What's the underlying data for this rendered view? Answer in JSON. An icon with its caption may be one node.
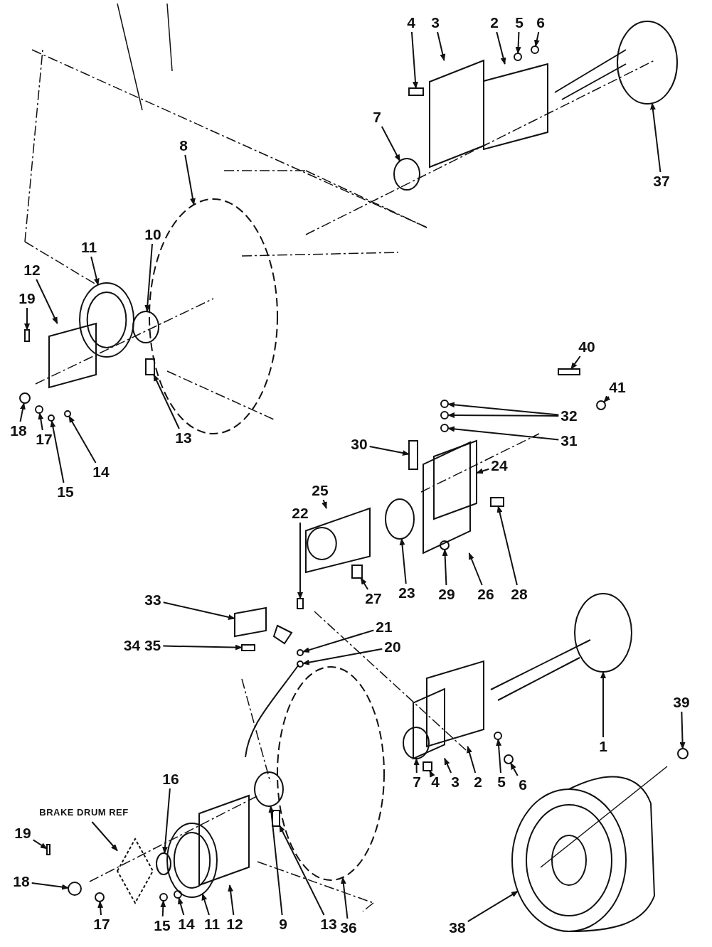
{
  "diagram": {
    "nodes": [
      {
        "text": [
          "4"
        ]
      },
      {
        "text": [
          "3"
        ]
      },
      {
        "text": [
          "2"
        ]
      },
      {
        "text": [
          "5"
        ]
      },
      {
        "text": [
          "6"
        ]
      },
      {
        "text": [
          "37"
        ]
      },
      {
        "text": [
          "7"
        ]
      },
      {
        "text": [
          "8"
        ]
      },
      {
        "text": [
          "10"
        ]
      },
      {
        "text": [
          "11"
        ]
      },
      {
        "text": [
          "12"
        ]
      },
      {
        "text": [
          "19"
        ]
      },
      {
        "text": [
          "13"
        ]
      },
      {
        "text": [
          "18"
        ]
      },
      {
        "text": [
          "17"
        ]
      },
      {
        "text": [
          "14"
        ]
      },
      {
        "text": [
          "15"
        ]
      },
      {
        "text": [
          "40"
        ]
      },
      {
        "text": [
          "41"
        ]
      },
      {
        "text": [
          "32"
        ]
      },
      {
        "text": [
          "31"
        ]
      },
      {
        "text": [
          "30"
        ]
      },
      {
        "text": [
          "24"
        ]
      },
      {
        "text": [
          "25"
        ]
      },
      {
        "text": [
          "27"
        ]
      },
      {
        "text": [
          "23"
        ]
      },
      {
        "text": [
          "29"
        ]
      },
      {
        "text": [
          "26"
        ]
      },
      {
        "text": [
          "28"
        ]
      },
      {
        "text": [
          "22"
        ]
      },
      {
        "text": [
          "33"
        ]
      },
      {
        "text": [
          "21"
        ]
      },
      {
        "text": [
          "34 35"
        ]
      },
      {
        "text": [
          "20"
        ]
      },
      {
        "text": [
          "1"
        ]
      },
      {
        "text": [
          "39"
        ]
      },
      {
        "text": [
          "BRAKE DRUM REF"
        ]
      },
      {
        "text": [
          "16"
        ]
      },
      {
        "text": [
          "7"
        ]
      },
      {
        "text": [
          "4"
        ]
      },
      {
        "text": [
          "3"
        ]
      },
      {
        "text": [
          "2"
        ]
      },
      {
        "text": [
          "5"
        ]
      },
      {
        "text": [
          "6"
        ]
      },
      {
        "text": [
          "19"
        ]
      },
      {
        "text": [
          "18"
        ]
      },
      {
        "text": [
          "17"
        ]
      },
      {
        "text": [
          "15"
        ]
      },
      {
        "text": [
          "14"
        ]
      },
      {
        "text": [
          "11"
        ]
      },
      {
        "text": [
          "12"
        ]
      },
      {
        "text": [
          "9"
        ]
      },
      {
        "text": [
          "13"
        ]
      },
      {
        "text": [
          "36"
        ]
      },
      {
        "text": [
          "38"
        ]
      },
      {
        "text": [],
        "shape": "box"
      },
      {
        "text": [],
        "shape": "plate"
      },
      {
        "text": [],
        "shape": "plate"
      },
      {
        "text": [],
        "shape": "circle"
      },
      {
        "text": [],
        "shape": "circle"
      },
      {
        "text": [],
        "shape": "circle"
      },
      {
        "text": [],
        "shape": "circle"
      },
      {
        "text": [],
        "shape": "gear"
      },
      {
        "text": [],
        "shape": "circle"
      },
      {
        "text": [],
        "shape": "ring"
      },
      {
        "text": [],
        "shape": "plate"
      },
      {
        "text": [],
        "shape": "box"
      },
      {
        "text": [],
        "shape": "box"
      },
      {
        "text": [],
        "shape": "circle"
      },
      {
        "text": [],
        "shape": "circle"
      },
      {
        "text": [],
        "shape": "circle"
      },
      {
        "text": [],
        "shape": "circle"
      },
      {
        "text": [],
        "shape": "box"
      },
      {
        "text": [],
        "shape": "circle"
      },
      {
        "text": [],
        "shape": "circle"
      },
      {
        "text": [],
        "shape": "circle"
      },
      {
        "text": [],
        "shape": "circle"
      },
      {
        "text": [],
        "shape": "box"
      },
      {
        "text": [],
        "shape": "plate"
      },
      {
        "text": [],
        "shape": "cylinder"
      },
      {
        "text": [],
        "shape": "box"
      },
      {
        "text": [],
        "shape": "circle"
      },
      {
        "text": [],
        "shape": "circle"
      },
      {
        "text": [],
        "shape": "plate"
      },
      {
        "text": [],
        "shape": "box"
      },
      {
        "text": [],
        "shape": "box"
      },
      {
        "text": [],
        "shape": "plate"
      },
      {
        "text": [],
        "shape": "circle"
      },
      {
        "text": [],
        "shape": "box"
      },
      {
        "text": [],
        "shape": "circle"
      },
      {
        "text": [],
        "shape": "circle"
      },
      {
        "text": [],
        "shape": "circle"
      },
      {
        "text": [],
        "shape": "picture"
      },
      {
        "text": [],
        "shape": "circle"
      },
      {
        "text": [],
        "shape": "circle"
      },
      {
        "text": [],
        "shape": "box"
      },
      {
        "text": [],
        "shape": "plate"
      },
      {
        "text": [],
        "shape": "plate"
      },
      {
        "text": [],
        "shape": "circle"
      },
      {
        "text": [],
        "shape": "circle"
      },
      {
        "text": [],
        "shape": "box"
      },
      {
        "text": [],
        "shape": "circle"
      },
      {
        "text": [],
        "shape": "circle"
      },
      {
        "text": [],
        "shape": "circle"
      },
      {
        "text": [],
        "shape": "circle"
      },
      {
        "text": [],
        "shape": "ring"
      },
      {
        "text": [],
        "shape": "plate"
      },
      {
        "text": [],
        "shape": "circle"
      },
      {
        "text": [],
        "shape": "box"
      },
      {
        "text": [],
        "shape": "gear"
      },
      {
        "text": [],
        "shape": "wheel"
      }
    ],
    "edges": [
      {
        "from": 0,
        "to": 55,
        "arrow": "to"
      },
      {
        "from": 1,
        "to": 56,
        "arrow": "to"
      },
      {
        "from": 2,
        "to": 57,
        "arrow": "to"
      },
      {
        "from": 3,
        "to": 58,
        "arrow": "to"
      },
      {
        "from": 4,
        "to": 59,
        "arrow": "to"
      },
      {
        "from": 5,
        "to": 60,
        "arrow": "to"
      },
      {
        "from": 6,
        "to": 61,
        "arrow": "to"
      },
      {
        "from": 7,
        "to": 62,
        "arrow": "to"
      },
      {
        "from": 8,
        "to": 63,
        "arrow": "to"
      },
      {
        "from": 9,
        "to": 64,
        "arrow": "to"
      },
      {
        "from": 10,
        "to": 65,
        "arrow": "to"
      },
      {
        "from": 11,
        "to": 66,
        "arrow": "to"
      },
      {
        "from": 12,
        "to": 67,
        "arrow": "to"
      },
      {
        "from": 13,
        "to": 68,
        "arrow": "to"
      },
      {
        "from": 14,
        "to": 69,
        "arrow": "to"
      },
      {
        "from": 15,
        "to": 70,
        "arrow": "to"
      },
      {
        "from": 16,
        "to": 71,
        "arrow": "to"
      },
      {
        "from": 17,
        "to": 72,
        "arrow": "to"
      },
      {
        "from": 18,
        "to": 73,
        "arrow": "to"
      },
      {
        "from": 19,
        "to": 74,
        "arrow": "to"
      },
      {
        "from": 19,
        "to": 75,
        "arrow": "to"
      },
      {
        "from": 20,
        "to": 76,
        "arrow": "to"
      },
      {
        "from": 21,
        "to": 77,
        "arrow": "to"
      },
      {
        "from": 22,
        "to": 78,
        "arrow": "to"
      },
      {
        "from": 23,
        "to": 79,
        "arrow": "to"
      },
      {
        "from": 24,
        "to": 80,
        "arrow": "to"
      },
      {
        "from": 25,
        "to": 81,
        "arrow": "to"
      },
      {
        "from": 26,
        "to": 82,
        "arrow": "to"
      },
      {
        "from": 27,
        "to": 83,
        "arrow": "to"
      },
      {
        "from": 28,
        "to": 84,
        "arrow": "to"
      },
      {
        "from": 29,
        "to": 85,
        "arrow": "to"
      },
      {
        "from": 30,
        "to": 86,
        "arrow": "to"
      },
      {
        "from": 31,
        "to": 87,
        "arrow": "to"
      },
      {
        "from": 32,
        "to": 88,
        "arrow": "to"
      },
      {
        "from": 33,
        "to": 89,
        "arrow": "to"
      },
      {
        "from": 34,
        "to": 90,
        "arrow": "to"
      },
      {
        "from": 35,
        "to": 91,
        "arrow": "to"
      },
      {
        "from": 36,
        "to": 92,
        "arrow": "to"
      },
      {
        "from": 37,
        "to": 93,
        "arrow": "to"
      },
      {
        "from": 38,
        "to": 94,
        "arrow": "to"
      },
      {
        "from": 39,
        "to": 95,
        "arrow": "to"
      },
      {
        "from": 40,
        "to": 96,
        "arrow": "to"
      },
      {
        "from": 41,
        "to": 97,
        "arrow": "to"
      },
      {
        "from": 42,
        "to": 98,
        "arrow": "to"
      },
      {
        "from": 43,
        "to": 99,
        "arrow": "to"
      },
      {
        "from": 44,
        "to": 100,
        "arrow": "to"
      },
      {
        "from": 45,
        "to": 101,
        "arrow": "to"
      },
      {
        "from": 46,
        "to": 102,
        "arrow": "to"
      },
      {
        "from": 47,
        "to": 103,
        "arrow": "to"
      },
      {
        "from": 48,
        "to": 104,
        "arrow": "to"
      },
      {
        "from": 49,
        "to": 105,
        "arrow": "to"
      },
      {
        "from": 50,
        "to": 106,
        "arrow": "to"
      },
      {
        "from": 51,
        "to": 107,
        "arrow": "to"
      },
      {
        "from": 52,
        "to": 108,
        "arrow": "to"
      },
      {
        "from": 53,
        "to": 109,
        "arrow": "to"
      },
      {
        "from": 54,
        "to": 110,
        "arrow": "to"
      }
    ]
  }
}
